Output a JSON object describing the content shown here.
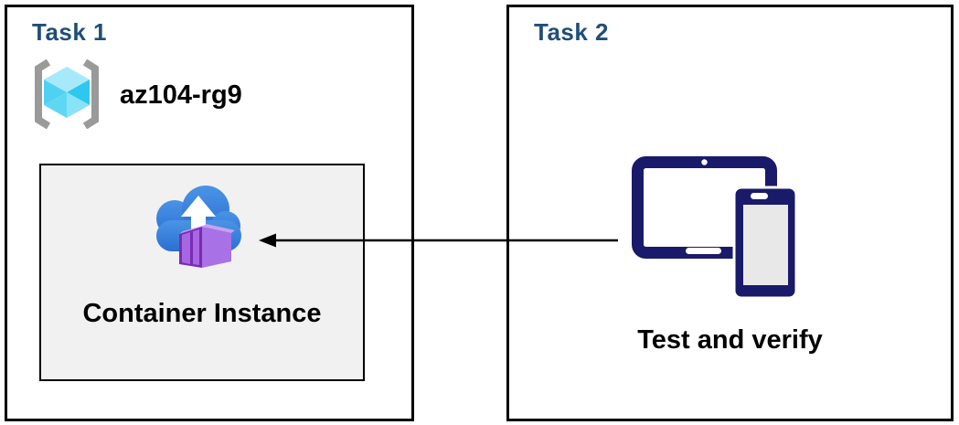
{
  "diagram": {
    "task1": {
      "title": "Task 1",
      "resource_group_name": "az104-rg9",
      "container_label": "Container Instance"
    },
    "task2": {
      "title": "Task 2",
      "device_label": "Test and verify"
    },
    "connector": {
      "direction": "right-to-left",
      "from": "devices-icon",
      "to": "container-instance"
    },
    "icons": {
      "resource_group": "azure-resource-group-icon",
      "container_instance": "azure-container-instances-icon",
      "devices": "tablet-and-phone-icon",
      "arrow": "left-arrow-connector"
    },
    "colors": {
      "heading_blue": "#1F4E79",
      "text_black": "#000000",
      "border_black": "#000000",
      "inner_box_bg": "#F1F1F2",
      "device_navy": "#1A1A6B",
      "device_screen_gray": "#E8E8E8",
      "bracket_gray": "#9A9A9A",
      "cube_top": "#A6E9FA",
      "cube_left": "#4FD2F2",
      "cube_right": "#2CC8EE",
      "cube_bottom_left": "#5ED7F3",
      "cube_bottom_right": "#8AE2F8",
      "cloud_blue_light": "#4A94E6",
      "cloud_blue_dark": "#2B6FD2",
      "container_front": "#7A2CB4",
      "container_side": "#A872E6",
      "container_panel": "#A867E2",
      "container_top": "#C9A0F2"
    }
  }
}
